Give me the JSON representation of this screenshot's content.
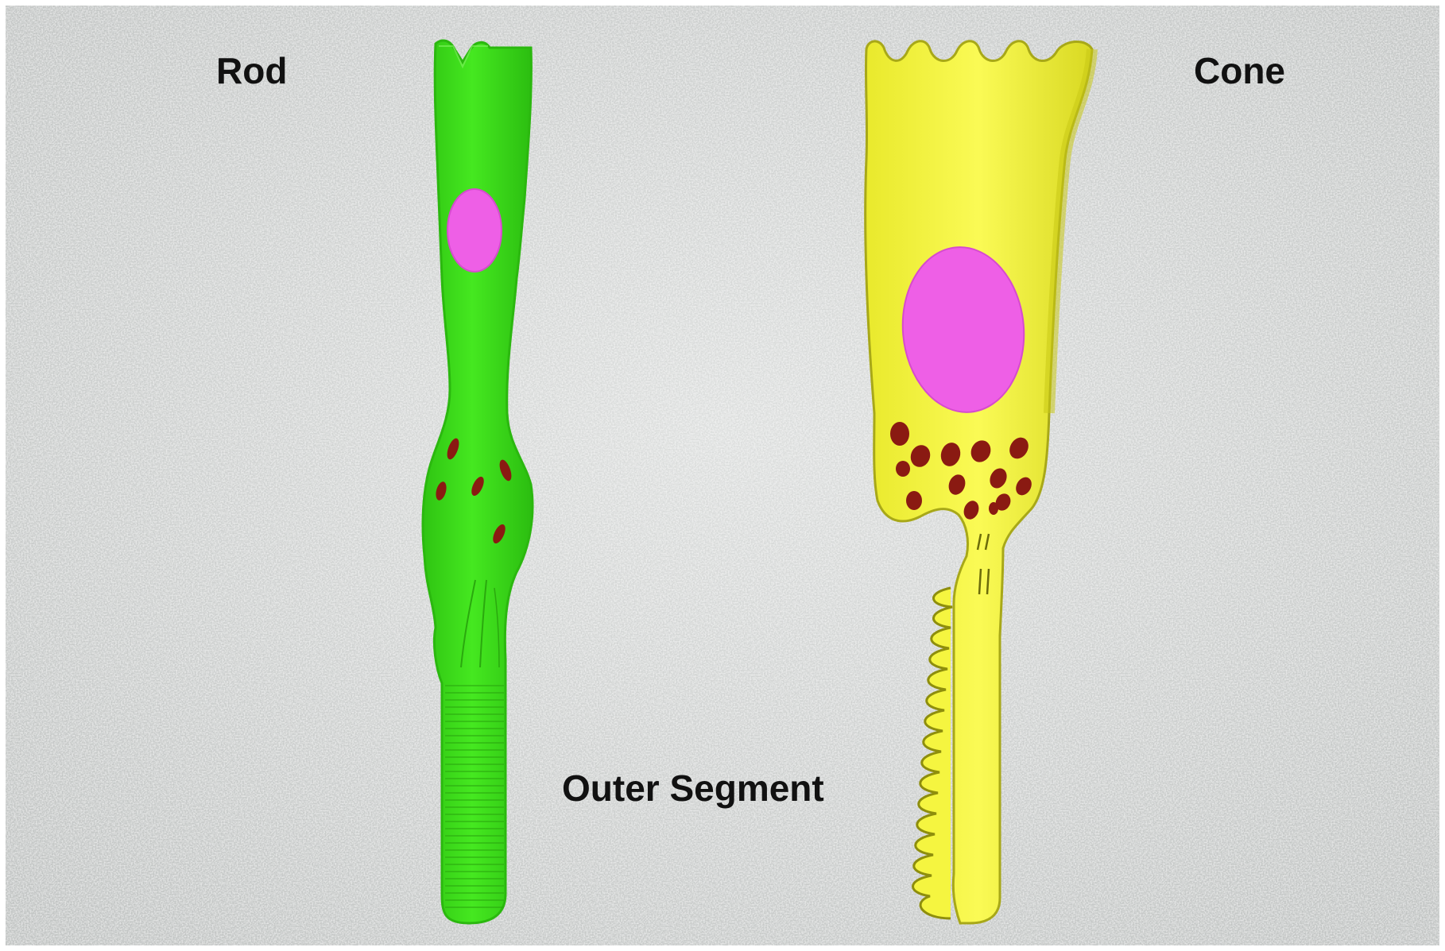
{
  "labels": {
    "rod": "Rod",
    "cone": "Cone",
    "outer_segment": "Outer Segment"
  },
  "colors": {
    "background": "#c9cccb",
    "rod_fill": "#3ddc1a",
    "rod_outline": "#2bb80f",
    "cone_fill": "#f2f23c",
    "cone_outline": "#a8a818",
    "nucleus": "#ee5fe6",
    "granules": "#8a1a12"
  }
}
